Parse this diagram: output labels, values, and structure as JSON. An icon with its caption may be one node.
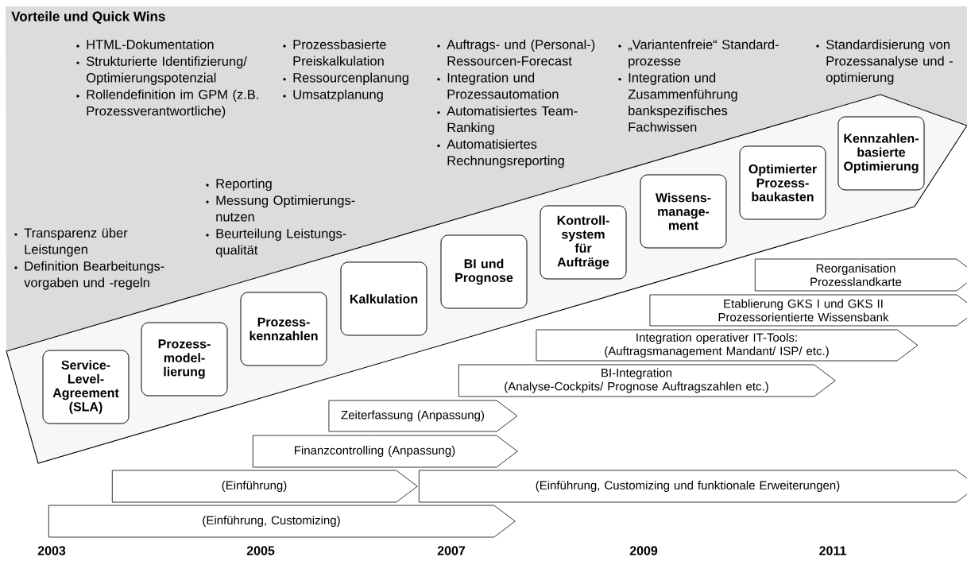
{
  "diagram": {
    "title": "Vorteile und Quick Wins",
    "nodes": [
      {
        "text": [
          "Service- Level- Agreement (SLA)"
        ]
      },
      {
        "text": [
          "Prozess- model- lierung"
        ]
      },
      {
        "text": [
          "Prozess- kennzahlen"
        ]
      },
      {
        "text": [
          "Kalkulation"
        ]
      },
      {
        "text": [
          "BI und Prognose"
        ]
      },
      {
        "text": [
          "Kontroll- system für Aufträge"
        ]
      },
      {
        "text": [
          "Wissens- manage- ment"
        ]
      },
      {
        "text": [
          "Optimierter Prozess- baukasten"
        ]
      },
      {
        "text": [
          "Kennzahlen- basierte Optimierung"
        ]
      },
      {
        "text": [
          "Reorganisation Prozesslandkarte"
        ]
      },
      {
        "text": [
          "Etablierung GKS I und GKS II",
          "Prozessorientierte Wissensbank"
        ]
      },
      {
        "text": [
          "Integration operativer IT-Tools:",
          "(Auftragsmanagement Mandant/ ISP/ etc.)"
        ]
      },
      {
        "text": [
          "BI-Integration",
          "(Analyse-Cockpits/ Prognose Auftragszahlen etc.)"
        ]
      },
      {
        "text": [
          "Zeiterfassung (Anpassung)"
        ]
      },
      {
        "text": [
          "Finanzcontrolling (Anpassung)"
        ]
      },
      {
        "text": [
          "(Einführung)"
        ]
      },
      {
        "text": [
          "(Einführung, Customizing und funktionale Erweiterungen)"
        ]
      },
      {
        "text": [
          "(Einführung, Customizing)"
        ]
      }
    ],
    "labels": [
      "HTML-Dokumentation",
      "Strukturierte Identifizierung/ Optimierungspotenzial",
      "Rollendefinition im GPM (z.B. Prozessverantwortliche)",
      "Prozessbasierte Preiskalkulation",
      "Ressourcenplanung",
      "Umsatzplanung",
      "Auftrags- und (Personal-) Ressourcen-Forecast",
      "Integration und Prozessautomation",
      "Automatisiertes Team- Ranking",
      "Automatisiertes Rechnungsreporting",
      "„Variantenfreie“ Standard- prozesse",
      "Integration und Zusammenführung bankspezifisches Fachwissen",
      "Standardisierung von Prozessanalyse und - optimierung",
      "Reporting",
      "Messung Optimierungs- nutzen",
      "Transparenz über Leistungen",
      "Beurteilung Leistungs- qualität",
      "Definition Bearbeitungs- vorgaben und -regeln",
      "2003",
      "2005",
      "2007",
      "2009",
      "2011"
    ]
  }
}
